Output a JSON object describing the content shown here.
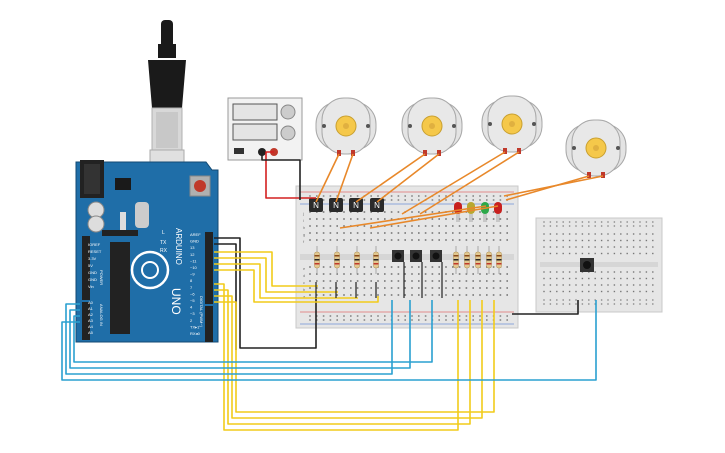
{
  "arduino": {
    "brand": "ARDUINO",
    "model": "UNO",
    "power_header": [
      "IOREF",
      "RESET",
      "3.3V",
      "5V",
      "GND",
      "GND",
      "Vin"
    ],
    "analog_header": [
      "A0",
      "A1",
      "A2",
      "A3",
      "A4",
      "A5"
    ],
    "digital_header": [
      "AREF",
      "GND",
      "13",
      "12",
      "~11",
      "~10",
      "~9",
      "8",
      "7",
      "~6",
      "~5",
      "4",
      "~3",
      "2",
      "TX▸1",
      "RX◂0"
    ],
    "power_label": "POWER",
    "analog_label": "ANALOG IN",
    "digital_label": "DIGITAL (PWM~)",
    "tx_label": "TX",
    "rx_label": "RX",
    "l_label": "L"
  },
  "transistors": {
    "label": "N",
    "count": 4
  },
  "breadboard_main": {
    "row_letters_top": [
      "j",
      "i",
      "h",
      "g",
      "f"
    ],
    "row_letters_bottom": [
      "e",
      "d",
      "c",
      "b",
      "a"
    ]
  },
  "colors": {
    "board_blue": "#1f6ea8",
    "breadboard": "#e8e8e8",
    "wire_yellow": "#f2cc1a",
    "wire_blue": "#2aa0d0",
    "wire_orange": "#e8882a",
    "wire_black": "#222222",
    "wire_red": "#d42020",
    "motor_yellow": "#f5c84a"
  },
  "leds": [
    "#c8201e",
    "#b8a830",
    "#2ca84a",
    "#c8201e"
  ]
}
